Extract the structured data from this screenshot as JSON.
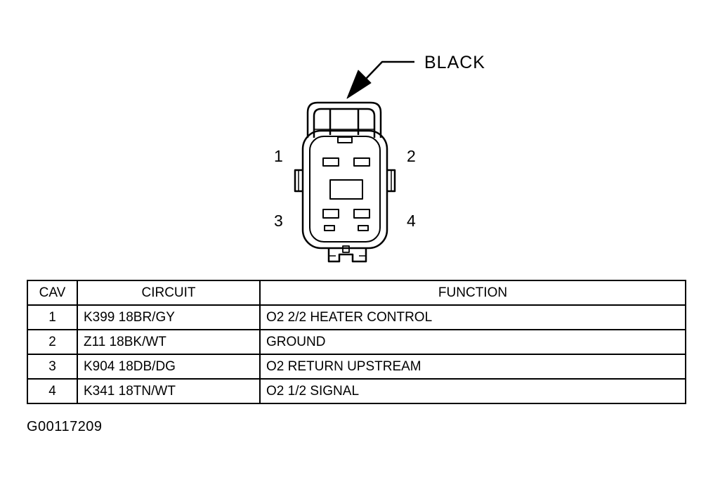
{
  "connector": {
    "color_label": "BLACK",
    "cavity_labels": [
      "1",
      "2",
      "3",
      "4"
    ]
  },
  "table": {
    "headers": {
      "cav": "CAV",
      "circuit": "CIRCUIT",
      "function": "FUNCTION"
    },
    "rows": [
      {
        "cav": "1",
        "circuit": "K399 18BR/GY",
        "function": "O2 2/2 HEATER CONTROL"
      },
      {
        "cav": "2",
        "circuit": "Z11 18BK/WT",
        "function": "GROUND"
      },
      {
        "cav": "3",
        "circuit": "K904 18DB/DG",
        "function": "O2 RETURN UPSTREAM"
      },
      {
        "cav": "4",
        "circuit": "K341 18TN/WT",
        "function": "O2 1/2 SIGNAL"
      }
    ]
  },
  "figure_id": "G00117209"
}
